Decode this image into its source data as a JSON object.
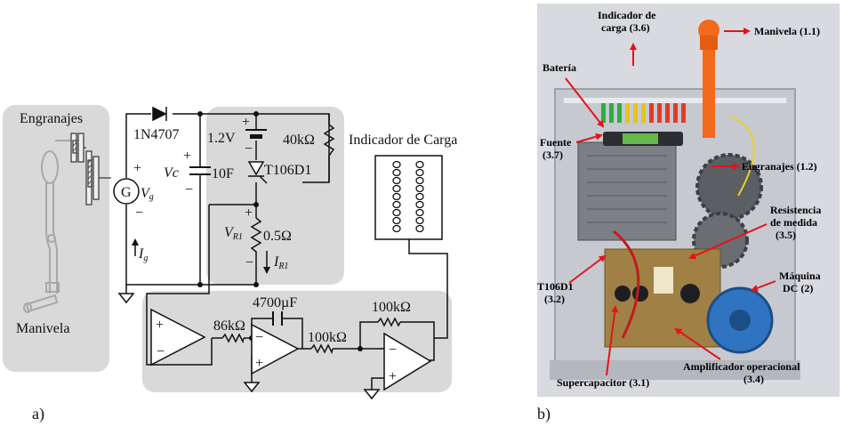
{
  "schematic": {
    "crank_block": {
      "gears_label": "Engranajes",
      "crank_label": "Manivela"
    },
    "diode": "1N4707",
    "generator": {
      "symbol": "G",
      "voltage": "V",
      "voltage_sub": "g",
      "current": "I",
      "current_sub": "g"
    },
    "capacitor": {
      "voltage": "Vc",
      "value": "10F"
    },
    "battery": "1.2V",
    "resistor_top": "40kΩ",
    "thyristor": "T106D1",
    "sense_resistor": {
      "voltage": "V",
      "voltage_sub": "R1",
      "value": "0.5Ω",
      "current": "I",
      "current_sub": "R1"
    },
    "load_indicator_label": "Indicador de Carga",
    "opamp_stage": {
      "r1": "86kΩ",
      "c1": "4700µF",
      "r2": "100kΩ",
      "r3": "100kΩ"
    }
  },
  "photo": {
    "callouts": [
      {
        "id": "indicador",
        "lines": [
          "Indicador de",
          "carga (3.6)"
        ]
      },
      {
        "id": "manivela",
        "lines": [
          "Manivela (1.1)"
        ]
      },
      {
        "id": "bateria",
        "lines": [
          "Batería"
        ]
      },
      {
        "id": "fuente",
        "lines": [
          "Fuente",
          "(3.7)"
        ]
      },
      {
        "id": "engranajes",
        "lines": [
          "Engranajes (1.2)"
        ]
      },
      {
        "id": "resistencia",
        "lines": [
          "Resistencia",
          "de medida",
          "(3.5)"
        ]
      },
      {
        "id": "maquina",
        "lines": [
          "Máquina",
          "DC (2)"
        ]
      },
      {
        "id": "t106",
        "lines": [
          "T106D1",
          "(3.2)"
        ]
      },
      {
        "id": "amplificador",
        "lines": [
          "Amplificador operacional",
          "(3.4)"
        ]
      },
      {
        "id": "supercap",
        "lines": [
          "Supercapacitor (3.1)"
        ]
      }
    ]
  },
  "panel_labels": {
    "a": "a)",
    "b": "b)"
  },
  "colors": {
    "arrow": "#e3141a",
    "shade": "#d9d9d9",
    "knob": "#f26a1b",
    "motor": "#2f74c0"
  }
}
